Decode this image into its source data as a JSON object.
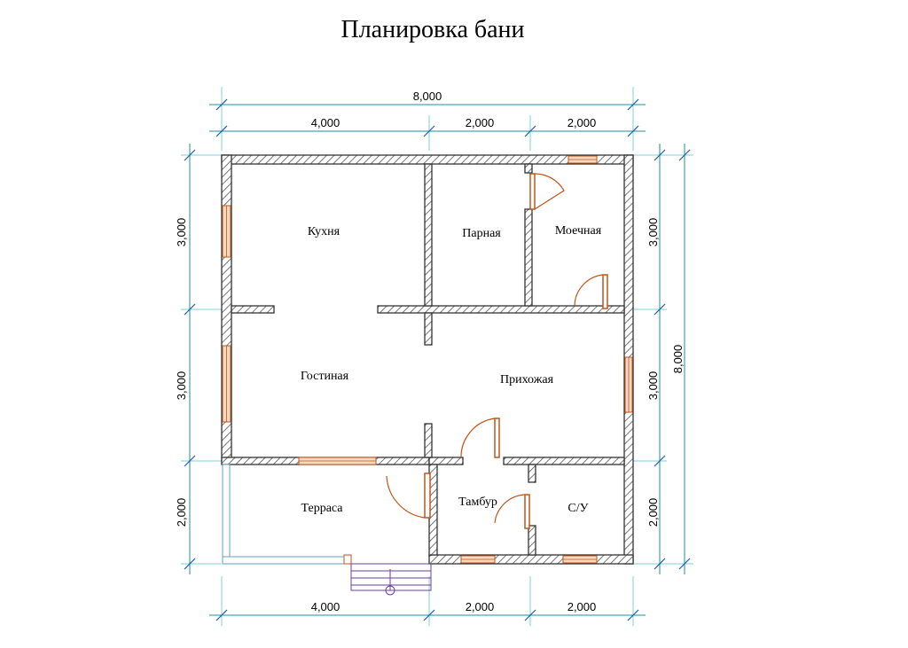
{
  "title": "Планировка бани",
  "rooms": {
    "kitchen": "Кухня",
    "steam_room": "Парная",
    "wash_room": "Моечная",
    "living_room": "Гостиная",
    "hallway": "Прихожая",
    "terrace": "Терраса",
    "vestibule": "Тамбур",
    "bathroom": "С/У"
  },
  "dimensions": {
    "top_total": "8,000",
    "top_segments": [
      "4,000",
      "2,000",
      "2,000"
    ],
    "bottom_segments": [
      "4,000",
      "2,000",
      "2,000"
    ],
    "left_segments": [
      "3,000",
      "3,000",
      "2,000"
    ],
    "right_segments": [
      "3,000",
      "3,000",
      "2,000"
    ],
    "right_total": "8,000"
  },
  "colors": {
    "wall_outline": "#333333",
    "dimension_line": "#1c8fa0",
    "door_window": "#c0551d",
    "stair": "#6b3fa0"
  }
}
